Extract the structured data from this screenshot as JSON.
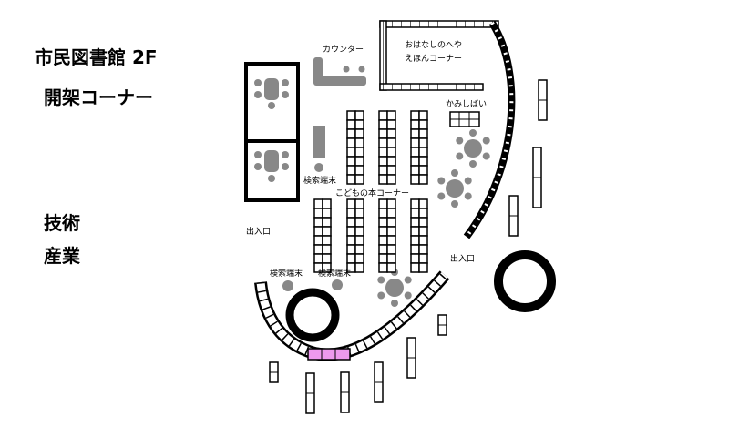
{
  "floor_title": "市民図書館 2F",
  "section_title": "開架コーナー",
  "category_labels": [
    "技術",
    "産業"
  ],
  "areas": {
    "counter": "カウンター",
    "story_room_line1": "おはなしのへや",
    "story_room_line2": "えほんコーナー",
    "kamishibai": "かみしばい",
    "kids_books": "こどもの本コーナー"
  },
  "search_terminals": [
    "検索端末",
    "検索端末",
    "検索端末"
  ],
  "entrances": [
    "出入口",
    "出入口"
  ],
  "colors": {
    "furniture_gray": "#888888",
    "highlight_pink": "#ee99ee",
    "line": "#000000"
  }
}
